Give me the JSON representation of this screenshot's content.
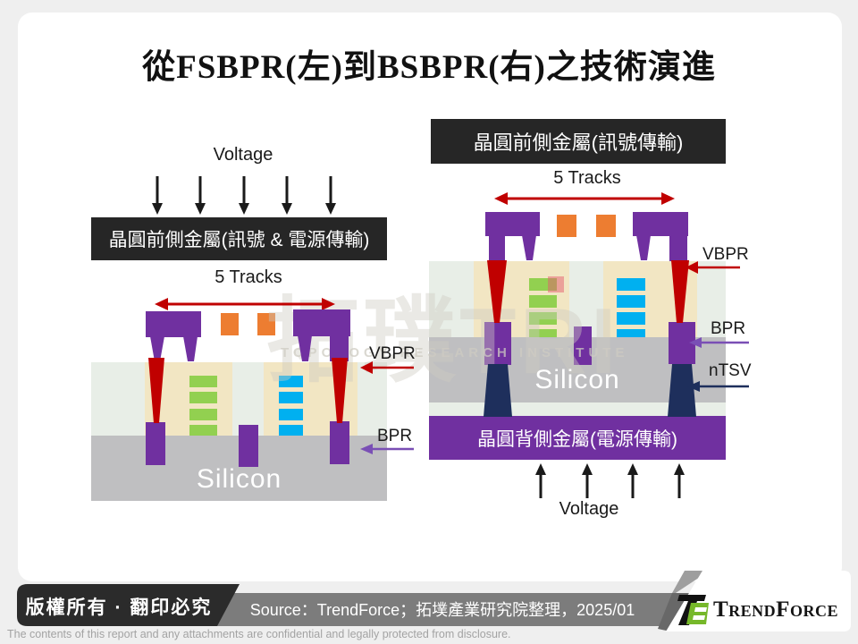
{
  "slide": {
    "title": "從FSBPR(左)到BSBPR(右)之技術演進",
    "watermark": {
      "brand_chars": "拓璞TRI",
      "line": "TOPOLOGY RESEARCH INSTITUTE"
    }
  },
  "fsbpr": {
    "voltage": "Voltage",
    "front_metal": "晶圓前側金屬(訊號 & 電源傳輸)",
    "tracks": "5 Tracks",
    "silicon": "Silicon",
    "vbpr": "VBPR",
    "bpr": "BPR"
  },
  "bsbpr": {
    "front_metal": "晶圓前側金屬(訊號傳輸)",
    "tracks": "5 Tracks",
    "silicon": "Silicon",
    "back_metal": "晶圓背側金屬(電源傳輸)",
    "voltage": "Voltage",
    "vbpr": "VBPR",
    "bpr": "BPR",
    "ntsv": "nTSV"
  },
  "footer": {
    "copyright": "版權所有 · 翻印必究",
    "source": "Source：TrendForce；拓墣產業研究院整理，2025/01",
    "brand": "TrendForce",
    "disclaimer": "The contents of this report and any attachments are confidential and legally protected from disclosure."
  },
  "colors": {
    "purple": "#7030a0",
    "red": "#c00000",
    "orange": "#ed7d31",
    "fin_green": "#92d050",
    "fin_blue": "#00b0f0",
    "beige": "#f2e6c3",
    "device_band": "#e8eee7",
    "silicon_gray": "#bfbfc1",
    "ntsv_navy": "#1e2f5c",
    "metal_black": "#262626",
    "brand_green": "#76b82a"
  }
}
